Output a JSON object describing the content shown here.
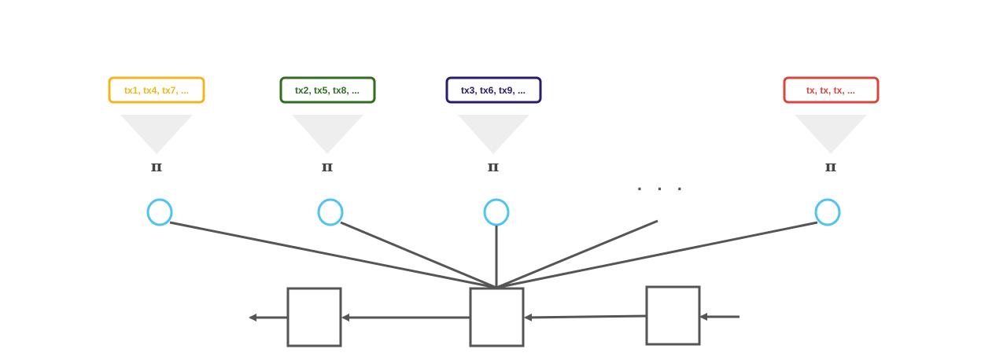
{
  "shards": [
    {
      "label": "tx1, tx4, tx7, ...",
      "color": "#f2b51d",
      "symbol": "π"
    },
    {
      "label": "tx2, tx5, tx8, ...",
      "color": "#2f6e1f",
      "symbol": "π"
    },
    {
      "label": "tx3, tx6, tx9, ...",
      "color": "#2c1a6b",
      "symbol": "π"
    },
    {
      "label": "tx, tx, tx, ...",
      "color": "#d8453b",
      "symbol": "π"
    }
  ],
  "ellipsis": "· · ·",
  "colors": {
    "node_outline": "#4fc3f2",
    "line": "#555555",
    "funnel": "#eeeeee",
    "block_outline": "#555555"
  }
}
